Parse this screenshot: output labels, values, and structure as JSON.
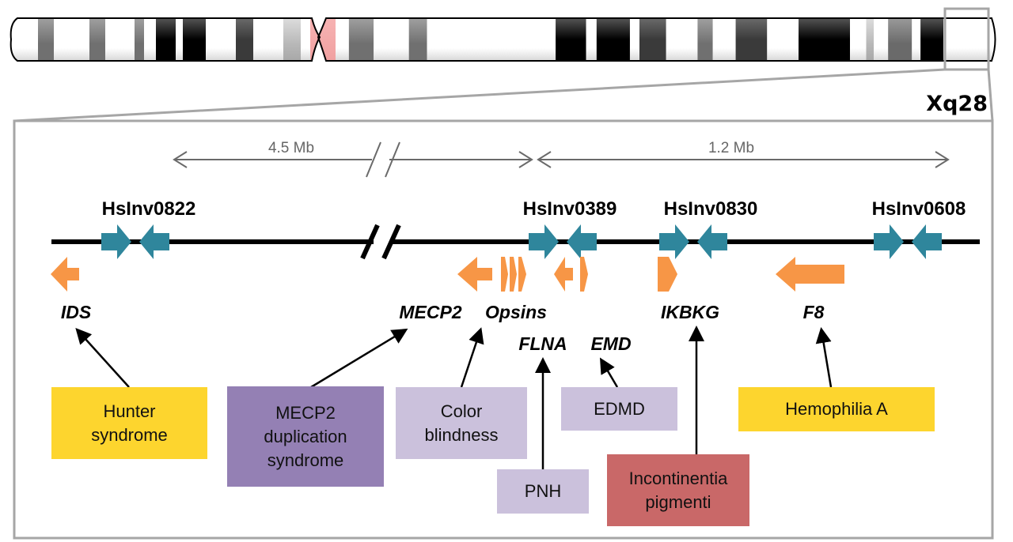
{
  "colors": {
    "inversion": "#2f869c",
    "gene": "#f79646",
    "frame": "#a6a6a6",
    "scale": "#6a6a6a",
    "yellow": "#fdd52e",
    "purple_dark": "#9480b4",
    "purple_light": "#cbc1dc",
    "red": "#c96868",
    "centromere": "#f8b0b0"
  },
  "chromosome": {
    "name": "X",
    "zoom_band": "Xq28",
    "bands": [
      {
        "shade": "white"
      },
      {
        "shade": "gray50"
      },
      {
        "shade": "white"
      },
      {
        "shade": "gray50"
      },
      {
        "shade": "white"
      },
      {
        "shade": "gray40"
      },
      {
        "shade": "white"
      },
      {
        "shade": "black"
      },
      {
        "shade": "white"
      },
      {
        "shade": "black"
      },
      {
        "shade": "white"
      },
      {
        "shade": "gray75"
      },
      {
        "shade": "white"
      },
      {
        "shade": "gray25"
      },
      {
        "shade": "centromere"
      },
      {
        "shade": "centromere"
      },
      {
        "shade": "white"
      },
      {
        "shade": "gray50"
      },
      {
        "shade": "white"
      },
      {
        "shade": "gray50"
      },
      {
        "shade": "white"
      },
      {
        "shade": "black"
      },
      {
        "shade": "white"
      },
      {
        "shade": "black"
      },
      {
        "shade": "white"
      },
      {
        "shade": "gray75"
      },
      {
        "shade": "white"
      },
      {
        "shade": "gray40"
      },
      {
        "shade": "white"
      },
      {
        "shade": "gray75"
      },
      {
        "shade": "white"
      },
      {
        "shade": "black"
      },
      {
        "shade": "white"
      },
      {
        "shade": "gray25"
      },
      {
        "shade": "white"
      },
      {
        "shade": "gray75"
      },
      {
        "shade": "white"
      },
      {
        "shade": "black"
      },
      {
        "shade": "white"
      }
    ]
  },
  "scale_bars": [
    {
      "label": "4.5 Mb",
      "broken": true
    },
    {
      "label": "1.2 Mb",
      "broken": false
    }
  ],
  "inversions": [
    {
      "id": "HsInv0822"
    },
    {
      "id": "HsInv0389"
    },
    {
      "id": "HsInv0830"
    },
    {
      "id": "HsInv0608"
    }
  ],
  "genes": [
    {
      "name": "IDS",
      "strand": "-"
    },
    {
      "name": "MECP2",
      "strand": "-"
    },
    {
      "name": "Opsins",
      "strand": "+"
    },
    {
      "name": "FLNA",
      "strand": "-"
    },
    {
      "name": "EMD",
      "strand": "+"
    },
    {
      "name": "IKBKG",
      "strand": "+"
    },
    {
      "name": "F8",
      "strand": "-"
    }
  ],
  "diseases": [
    {
      "label_lines": [
        "Hunter",
        "syndrome"
      ],
      "gene": "IDS",
      "color": "yellow"
    },
    {
      "label_lines": [
        "MECP2",
        "duplication",
        "syndrome"
      ],
      "gene": "MECP2",
      "color": "purple_dark"
    },
    {
      "label_lines": [
        "Color",
        "blindness"
      ],
      "gene": "Opsins",
      "color": "purple_light"
    },
    {
      "label_lines": [
        "PNH"
      ],
      "gene": "FLNA",
      "color": "purple_light"
    },
    {
      "label_lines": [
        "EDMD"
      ],
      "gene": "EMD",
      "color": "purple_light"
    },
    {
      "label_lines": [
        "Incontinentia",
        "pigmenti"
      ],
      "gene": "IKBKG",
      "color": "red"
    },
    {
      "label_lines": [
        "Hemophilia A"
      ],
      "gene": "F8",
      "color": "yellow"
    }
  ]
}
